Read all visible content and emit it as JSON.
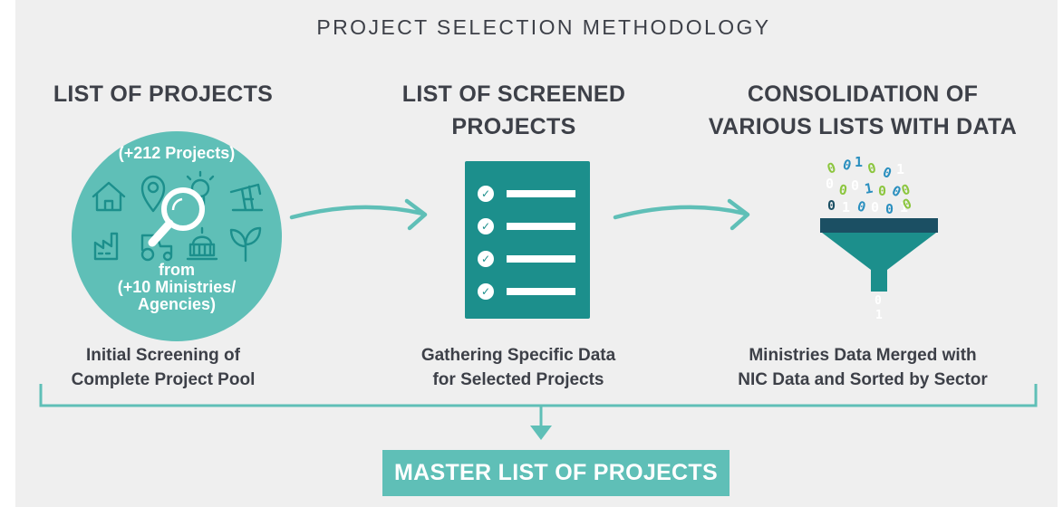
{
  "title": "PROJECT SELECTION METHODOLOGY",
  "columns": [
    {
      "heading_lines": [
        "LIST OF PROJECTS"
      ],
      "description_lines": [
        "Initial Screening of",
        "Complete Project Pool"
      ],
      "icon_text": {
        "count": "(+212 Projects)",
        "from": "from",
        "source_line1": "(+10 Ministries/",
        "source_line2": "Agencies)"
      }
    },
    {
      "heading_lines": [
        "LIST OF SCREENED",
        "PROJECTS"
      ],
      "description_lines": [
        "Gathering Specific Data",
        "for Selected Projects"
      ]
    },
    {
      "heading_lines": [
        "CONSOLIDATION OF",
        "VARIOUS LISTS WITH DATA"
      ],
      "description_lines": [
        "Ministries Data Merged with",
        "NIC Data and Sorted by Sector"
      ]
    }
  ],
  "master_list": "MASTER LIST OF PROJECTS",
  "colors": {
    "teal_light": "#5fbfb7",
    "teal_dark": "#1c8f8c",
    "funnel_top": "#1b4f63",
    "green_bits": "#8cc63f",
    "blue_bits": "#2a8fbf",
    "text": "#3d4048",
    "background": "#efefef"
  },
  "icons": [
    "house-icon",
    "location-pin-icon",
    "lightbulb-icon",
    "oil-pump-icon",
    "factory-icon",
    "tractor-icon",
    "capitol-building-icon",
    "leaf-icon",
    "magnifier-icon",
    "checklist-icon",
    "funnel-icon"
  ]
}
